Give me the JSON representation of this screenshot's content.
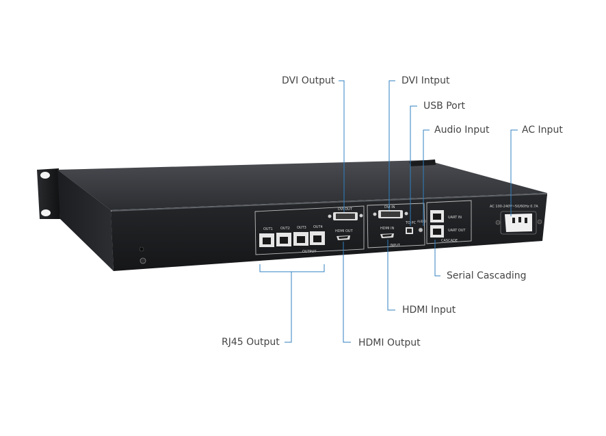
{
  "callouts": {
    "dvi_output": "DVI Output",
    "dvi_input": "DVI Intput",
    "usb_port": "USB Port",
    "audio_input": "Audio Input",
    "ac_input": "AC Input",
    "serial_cascading": "Serial Cascading",
    "hdmi_input": "HDMI Input",
    "rj45_output": "RJ45 Output",
    "hdmi_output": "HDMI Output"
  },
  "panel_labels": {
    "out1": "OUT1",
    "out2": "OUT2",
    "out3": "OUT3",
    "out4": "OUT4",
    "output_group": "OUTPUT",
    "dvi_out": "DVI OUT",
    "hdmi_out": "HDMI OUT",
    "dvi_in": "DVI IN",
    "hdmi_in": "HDMI IN",
    "input_group": "INPUT",
    "to_pc": "TO PC",
    "audio": "AUDIO",
    "uart_in": "UART IN",
    "uart_out": "UART OUT",
    "cascade_group": "CASCADE",
    "ac_rating": "AC 100-240V~50/60Hz 0.7A"
  },
  "colors": {
    "leader_line": "#2f7fc1",
    "chassis_top": "#3a3c40",
    "chassis_back": "#1e1f22",
    "label_text": "#444444"
  }
}
